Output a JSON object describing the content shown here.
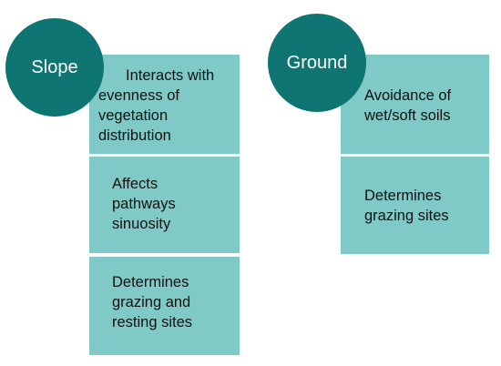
{
  "slope": {
    "title": "Slope",
    "items": [
      "Interacts with\nevenness of\nvegetation\ndistribution",
      "Affects\npathways\nsinuosity",
      "Determines\ngrazing and\nresting sites"
    ]
  },
  "ground": {
    "title": "Ground",
    "items": [
      "Avoidance of\nwet/soft soils",
      "Determines\ngrazing sites"
    ]
  },
  "colors": {
    "circle": "#0e7572",
    "box": "#7fcac7",
    "circle_text": "#ffffff",
    "box_text": "#111111"
  }
}
